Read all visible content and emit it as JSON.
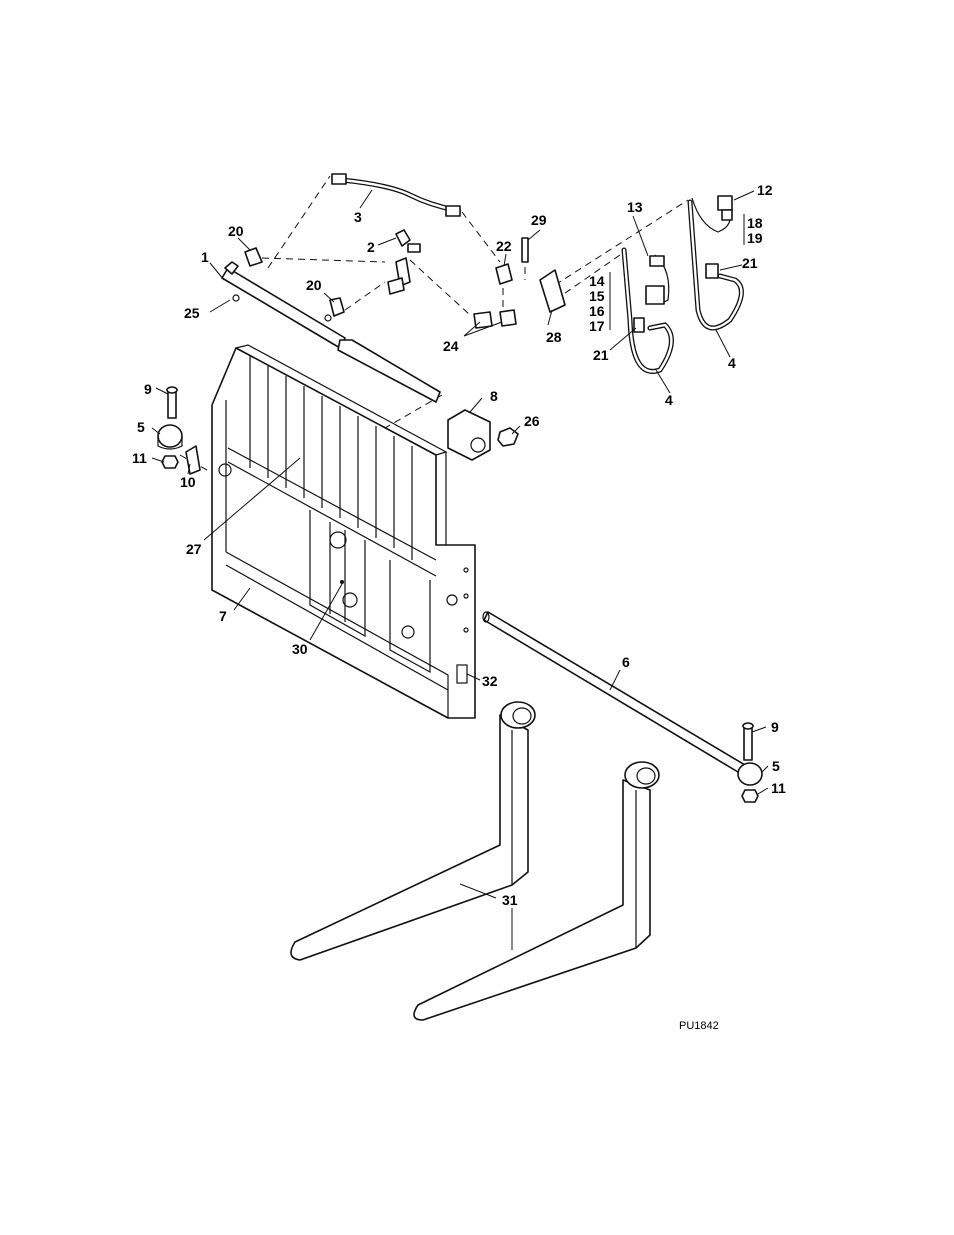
{
  "callouts": {
    "c1": "1",
    "c2": "2",
    "c3": "3",
    "c4a": "4",
    "c4b": "4",
    "c5a": "5",
    "c5b": "5",
    "c6": "6",
    "c7": "7",
    "c8": "8",
    "c9a": "9",
    "c9b": "9",
    "c10": "10",
    "c11a": "11",
    "c11b": "11",
    "c12": "12",
    "c13": "13",
    "c14": "14",
    "c15": "15",
    "c16": "16",
    "c17": "17",
    "c18": "18",
    "c19": "19",
    "c20a": "20",
    "c20b": "20",
    "c21a": "21",
    "c21b": "21",
    "c22": "22",
    "c24": "24",
    "c25": "25",
    "c26": "26",
    "c27": "27",
    "c28": "28",
    "c29": "29",
    "c30": "30",
    "c31": "31",
    "c32": "32"
  },
  "drawing_number": "PU1842"
}
